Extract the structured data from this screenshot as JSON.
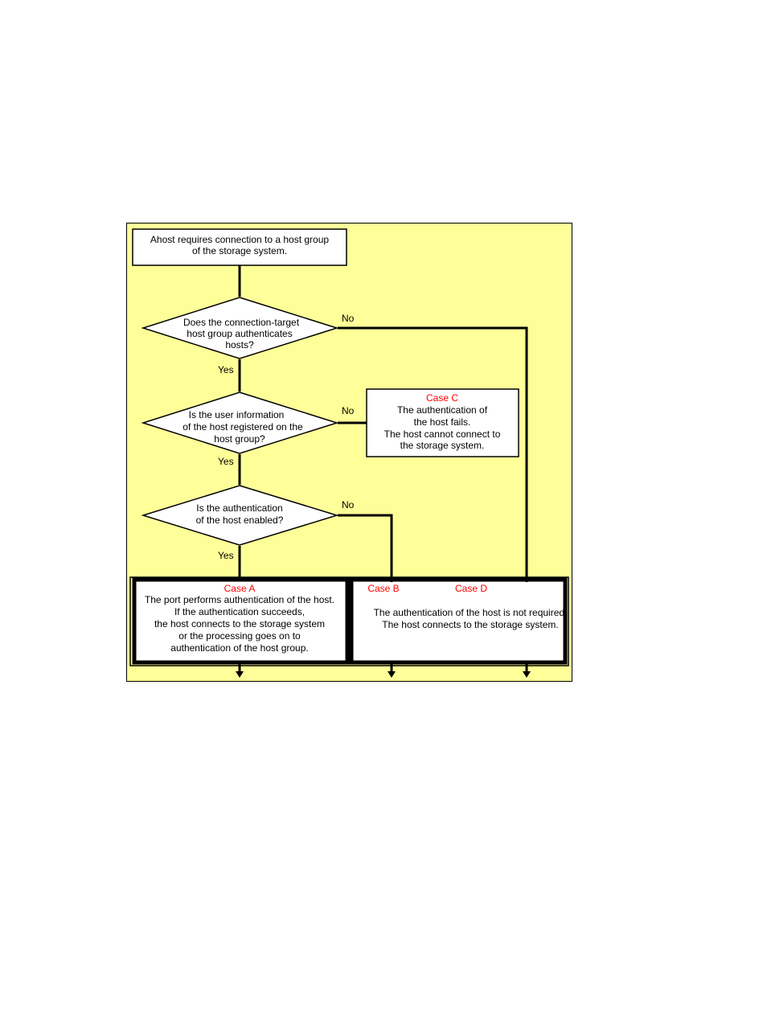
{
  "flowchart": {
    "start": [
      "Ahost requires connection to a host group",
      "of the storage system."
    ],
    "decision1": [
      "Does the connection-target",
      "host group authenticates",
      "hosts?"
    ],
    "decision2": [
      "Is the user information",
      "of the host registered on the",
      "host group?"
    ],
    "decision3": [
      "Is the authentication",
      "of the host enabled?"
    ],
    "yes_label": "Yes",
    "no_label": "No",
    "case_c": {
      "title": "Case C",
      "lines": [
        "The authentication of",
        "the host fails.",
        "The host cannot connect to",
        "the storage system."
      ]
    },
    "case_a": {
      "title": "Case A",
      "lines": [
        "The port performs authentication of the host.",
        "If the authentication succeeds,",
        "the host connects to the storage system",
        "or the processing goes on to",
        "authentication of the host group."
      ]
    },
    "case_b": {
      "title": "Case B"
    },
    "case_d": {
      "title": "Case D",
      "lines": [
        "The authentication of the host is not required.",
        "The host connects to the storage system."
      ]
    },
    "colors": {
      "background": "#ffff99",
      "case_title": "#ff0000",
      "line": "#000000"
    }
  }
}
